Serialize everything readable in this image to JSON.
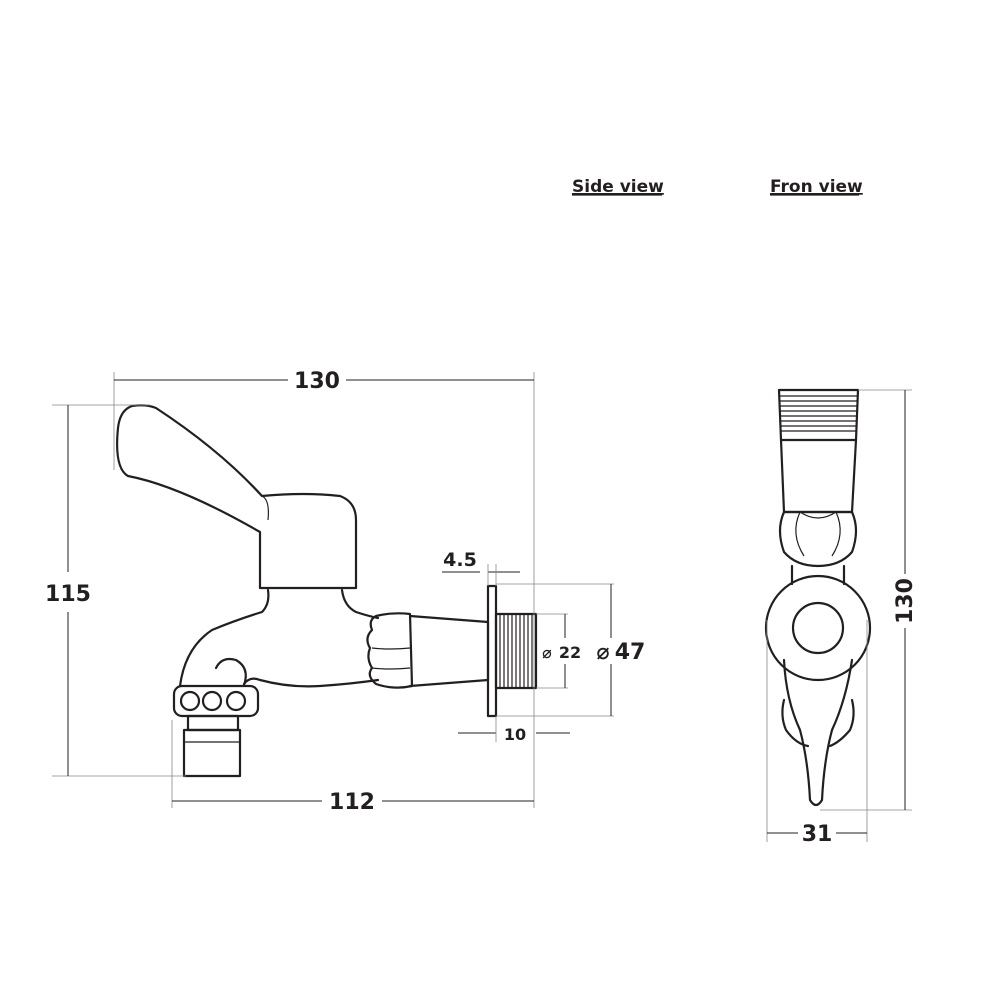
{
  "titles": {
    "side_view": "Side view",
    "front_view": "Fron view"
  },
  "dimensions": {
    "overall_length": "130",
    "overall_height": "115",
    "base_length": "112",
    "flange_thickness": "4.5",
    "thread_length": "10",
    "thread_diameter": "22",
    "flange_diameter": "47",
    "diameter_symbol": "⌀",
    "front_height": "130",
    "front_width": "31"
  }
}
